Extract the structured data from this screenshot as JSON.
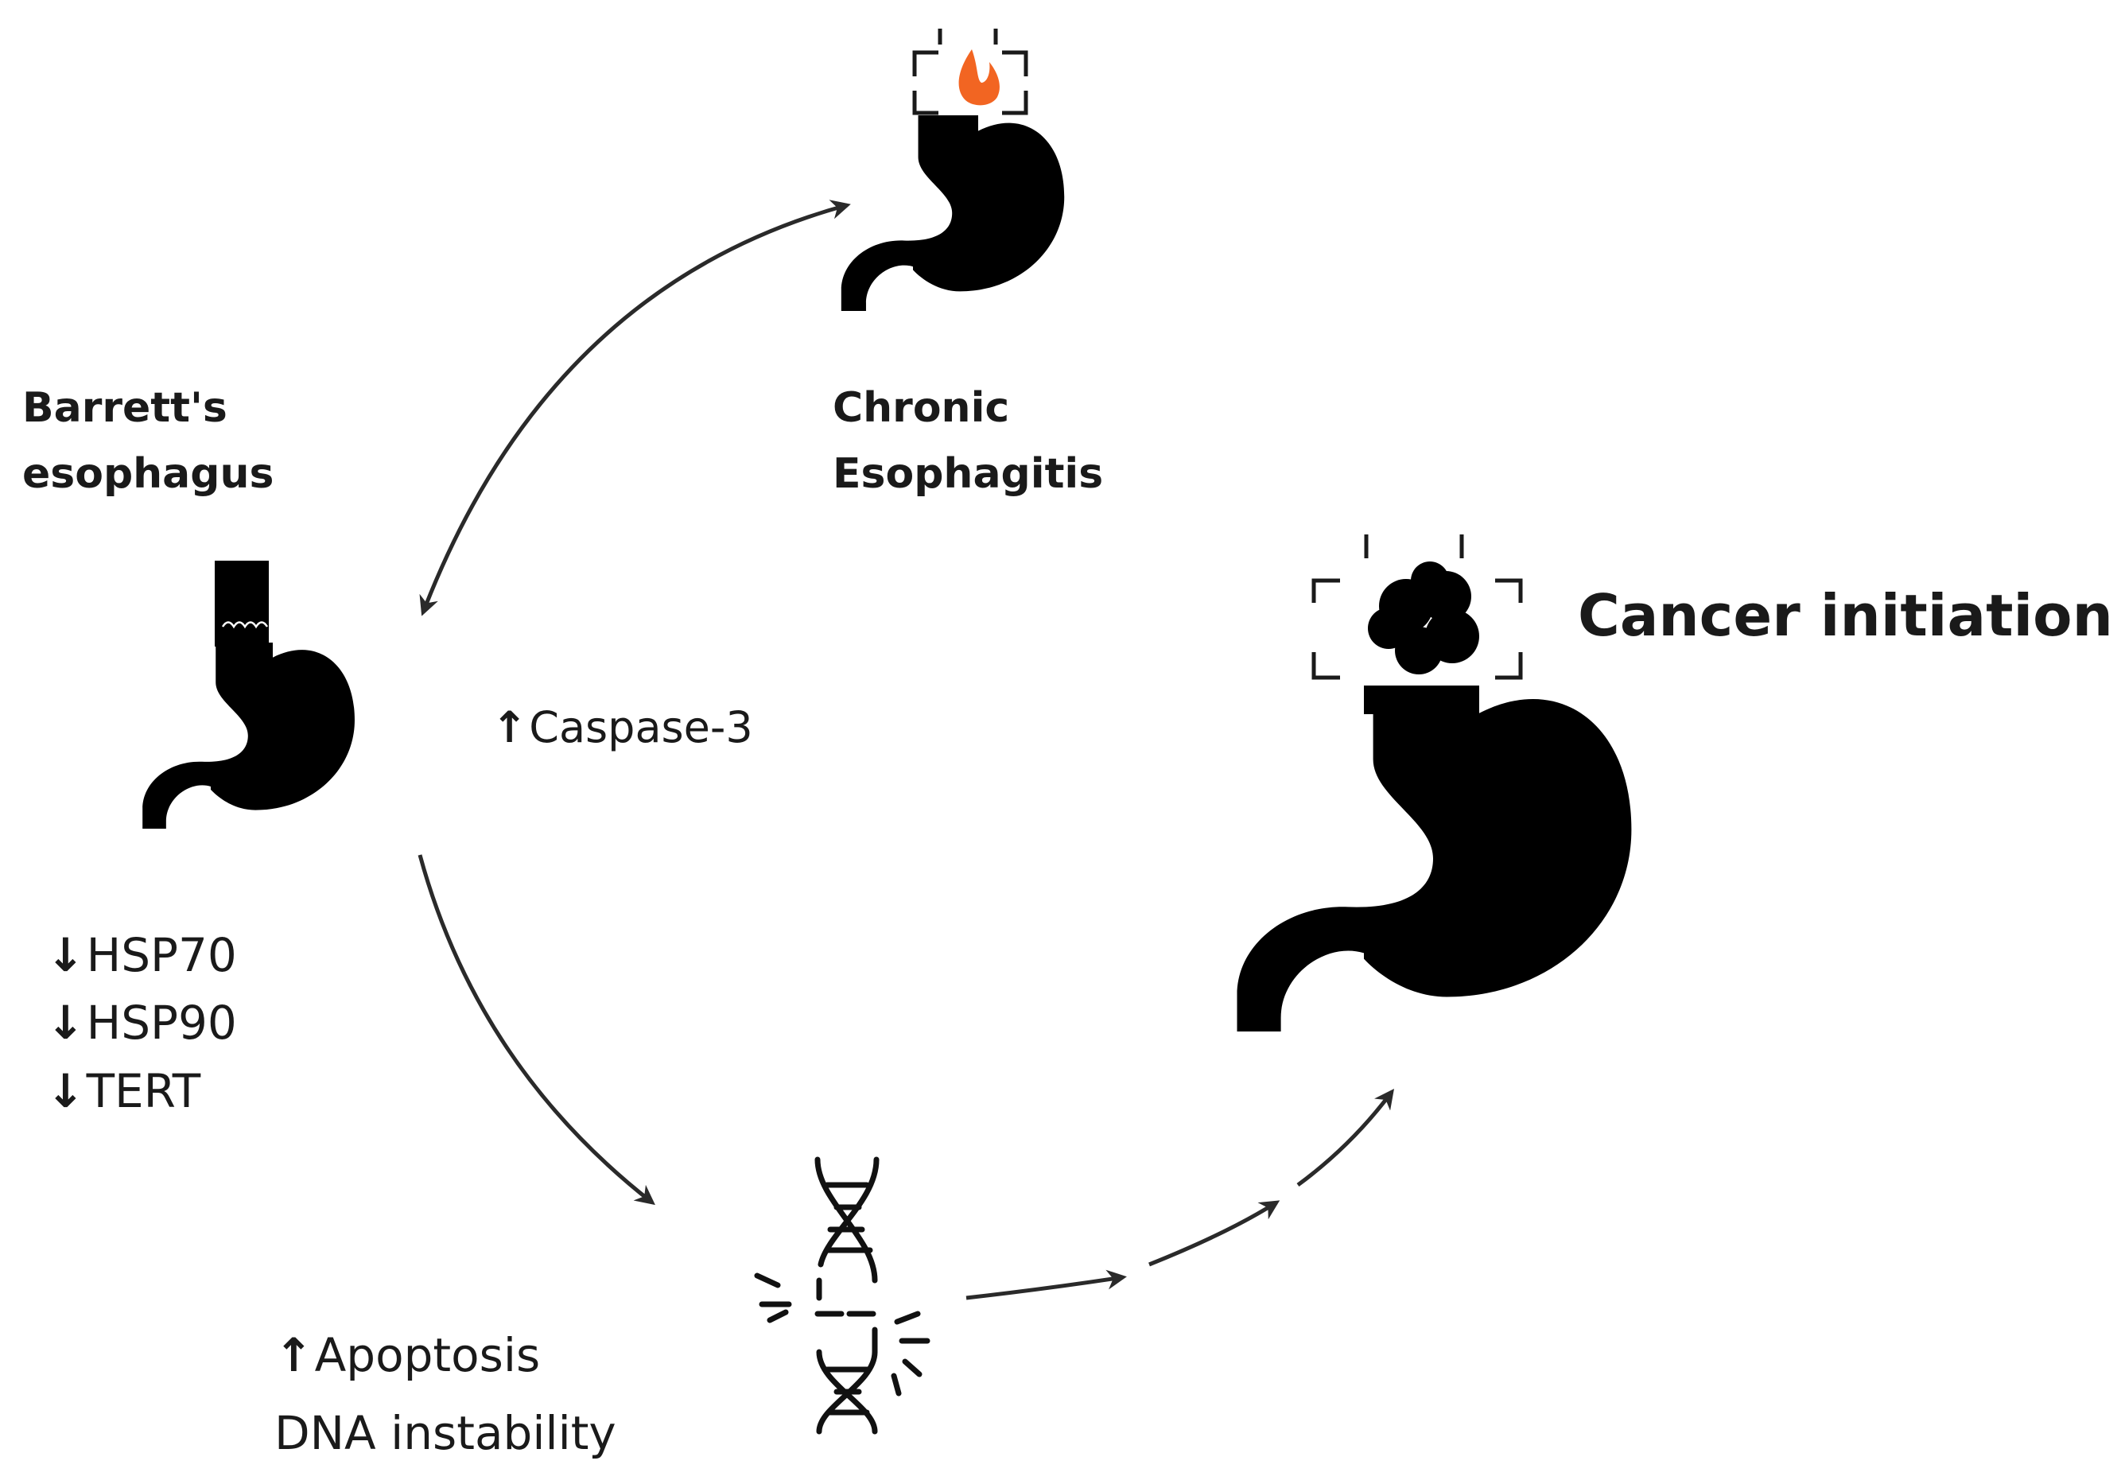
{
  "labels": {
    "barretts_line1": "Barrett's",
    "barretts_line2": "esophagus",
    "chronic_line1": "Chronic",
    "chronic_line2": "Esophagitis",
    "cancer": "Cancer initiation",
    "caspase": "Caspase-3",
    "hsp70": "HSP70",
    "hsp90": "HSP90",
    "tert": "TERT",
    "apoptosis": "Apoptosis",
    "dna_instability": "DNA instability"
  },
  "icons": {
    "stomach": "stomach-icon",
    "flame": "flame-icon",
    "tumor": "tumor-icon",
    "dna": "broken-dna-icon"
  },
  "colors": {
    "ink": "#000000",
    "text": "#1a1a1a",
    "arrow": "#2a2a2a",
    "flame": "#f26522"
  }
}
